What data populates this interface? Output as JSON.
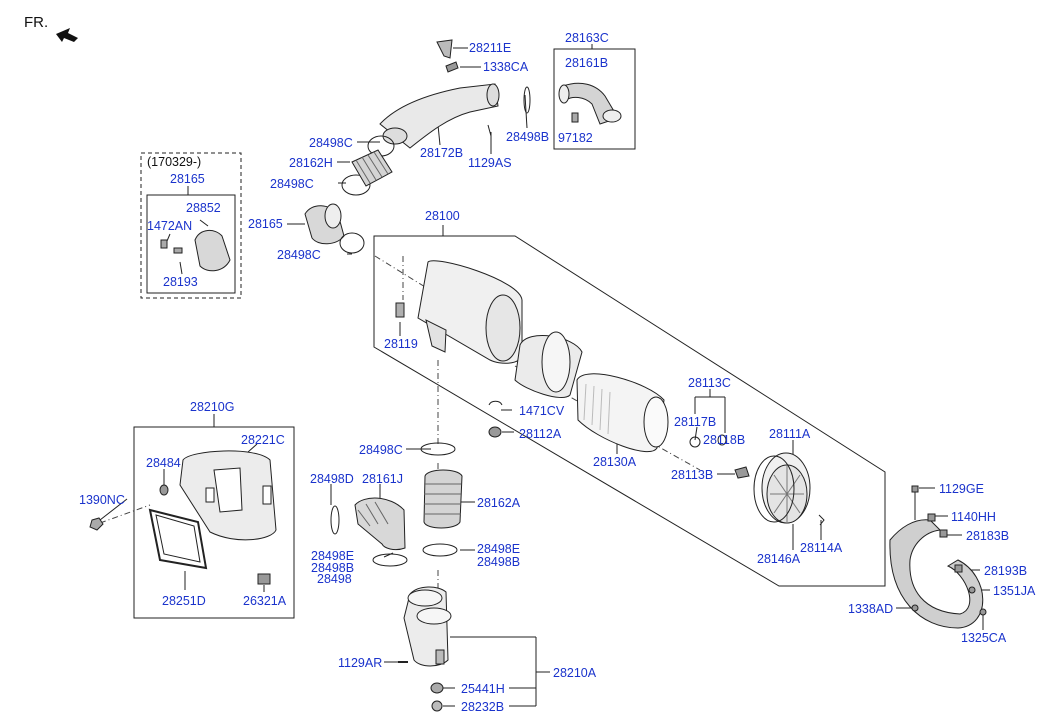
{
  "header": {
    "front": "FR."
  },
  "labels": {
    "p28211E": "28211E",
    "p1338CA": "1338CA",
    "p28163C": "28163C",
    "p28161B": "28161B",
    "p97182": "97182",
    "p28498B_top": "28498B",
    "p28498C_1": "28498C",
    "p28162H": "28162H",
    "p28498C_2": "28498C",
    "p28172B": "28172B",
    "p1129AS": "1129AS",
    "date_note": "(170329-)",
    "p28165_box": "28165",
    "p28852": "28852",
    "p1472AN": "1472AN",
    "p28193": "28193",
    "p28165": "28165",
    "p28498C_3": "28498C",
    "p28100": "28100",
    "p28119": "28119",
    "p1471CV": "1471CV",
    "p28112A": "28112A",
    "p28130A": "28130A",
    "p28113C": "28113C",
    "p28117B": "28117B",
    "p28118B": "28118B",
    "p28113B": "28113B",
    "p28111A": "28111A",
    "p28146A": "28146A",
    "p28114A": "28114A",
    "p28210G": "28210G",
    "p28221C": "28221C",
    "p28484": "28484",
    "p1390NC": "1390NC",
    "p28251D": "28251D",
    "p26321A": "26321A",
    "p28498C_4": "28498C",
    "p28498D": "28498D",
    "p28161J": "28161J",
    "p28162A": "28162A",
    "p28498E_1": "28498E",
    "p28498B_1": "28498B",
    "p28498": "28498",
    "p28498E_2": "28498E",
    "p28498B_2": "28498B",
    "p1129AR": "1129AR",
    "p25441H": "25441H",
    "p28232B": "28232B",
    "p28210A": "28210A",
    "p1129GE": "1129GE",
    "p1140HH": "1140HH",
    "p28183B": "28183B",
    "p28193B": "28193B",
    "p1351JA": "1351JA",
    "p1338AD": "1338AD",
    "p1325CA": "1325CA"
  },
  "colors": {
    "label": "#1a33cc",
    "line": "#222222",
    "part_fill": "#e8e8e8",
    "part_dark": "#9a9a9a"
  }
}
